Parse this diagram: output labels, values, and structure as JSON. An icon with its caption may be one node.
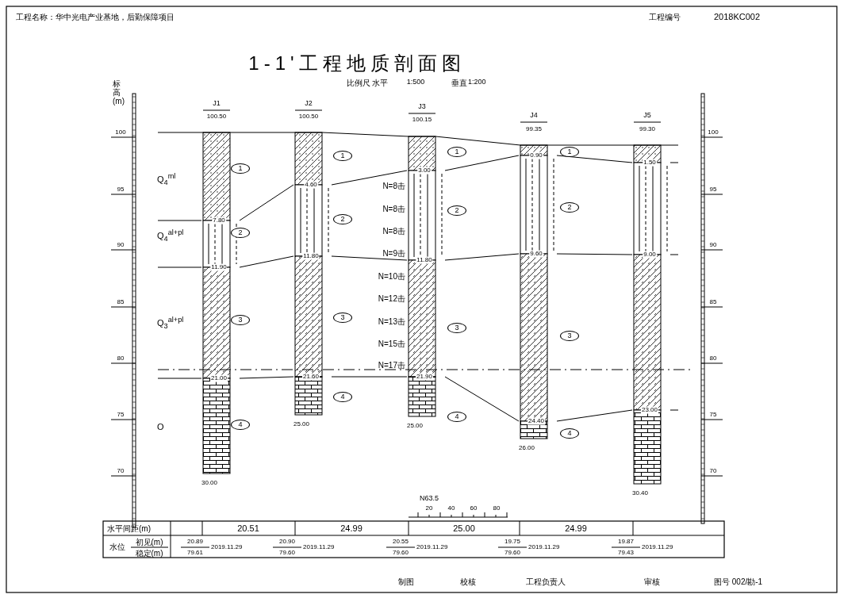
{
  "diagram": {
    "title": "1-1'工程地质剖面图",
    "nodes": [
      {
        "text": [
          "1"
        ]
      },
      {
        "text": [
          "2"
        ]
      },
      {
        "text": [
          "3"
        ]
      },
      {
        "text": [
          "4"
        ]
      },
      {
        "text": [
          "1"
        ]
      },
      {
        "text": [
          "2"
        ]
      },
      {
        "text": [
          "3"
        ]
      },
      {
        "text": [
          "4"
        ]
      },
      {
        "text": [
          "1"
        ]
      },
      {
        "text": [
          "2"
        ]
      },
      {
        "text": [
          "3"
        ]
      },
      {
        "text": [
          "4"
        ]
      },
      {
        "text": [
          "1"
        ]
      },
      {
        "text": [
          "2"
        ]
      },
      {
        "text": [
          "3"
        ]
      },
      {
        "text": [
          "4"
        ]
      }
    ],
    "labels": [
      "工程名称：华中光电产业基地，后勤保障项目",
      "工程编号",
      "2018KC002",
      "比例尺 水平",
      "1:500",
      "垂直",
      "1:200",
      "标高(m)",
      "J1",
      "100.50",
      "J2",
      "100.50",
      "J3",
      "100.15",
      "J4",
      "99.35",
      "J5",
      "99.30",
      "100",
      "95",
      "90",
      "85",
      "80",
      "75",
      "70",
      "100",
      "95",
      "90",
      "85",
      "80",
      "75",
      "70",
      "Q$_{4}$$^{ml}$",
      "Q$_{4}$$^{al+pl}$",
      "Q$_{3}$$^{al+pl}$",
      "O",
      "7.80",
      "11.90",
      "21.00",
      "30.00",
      "4.60",
      "11.80",
      "21.60",
      "25.00",
      "3.00",
      "11.80",
      "21.90",
      "25.00",
      "0.90",
      "9.60",
      "24.40",
      "26.00",
      "1.50",
      "9.00",
      "23.00",
      "30.40",
      "N=8击",
      "N=8击",
      "N=8击",
      "N=9击",
      "N=10击",
      "N=12击",
      "N=13击",
      "N=15击",
      "N=17击",
      "N63.5",
      "20",
      "40",
      "60",
      "80",
      "水平间距(m)",
      "20.51",
      "24.99",
      "25.00",
      "24.99",
      "水位",
      "初见(m)",
      "稳定(m)",
      "20.89",
      "79.61",
      "2019.11.29",
      "20.90",
      "79.60",
      "2019.11.29",
      "20.55",
      "79.60",
      "2019.11.29",
      "19.75",
      "79.60",
      "2019.11.29",
      "19.87",
      "79.43",
      "2019.11.29",
      "制图",
      "校核",
      "工程负责人",
      "审核",
      "图号 002/勘-1"
    ]
  }
}
